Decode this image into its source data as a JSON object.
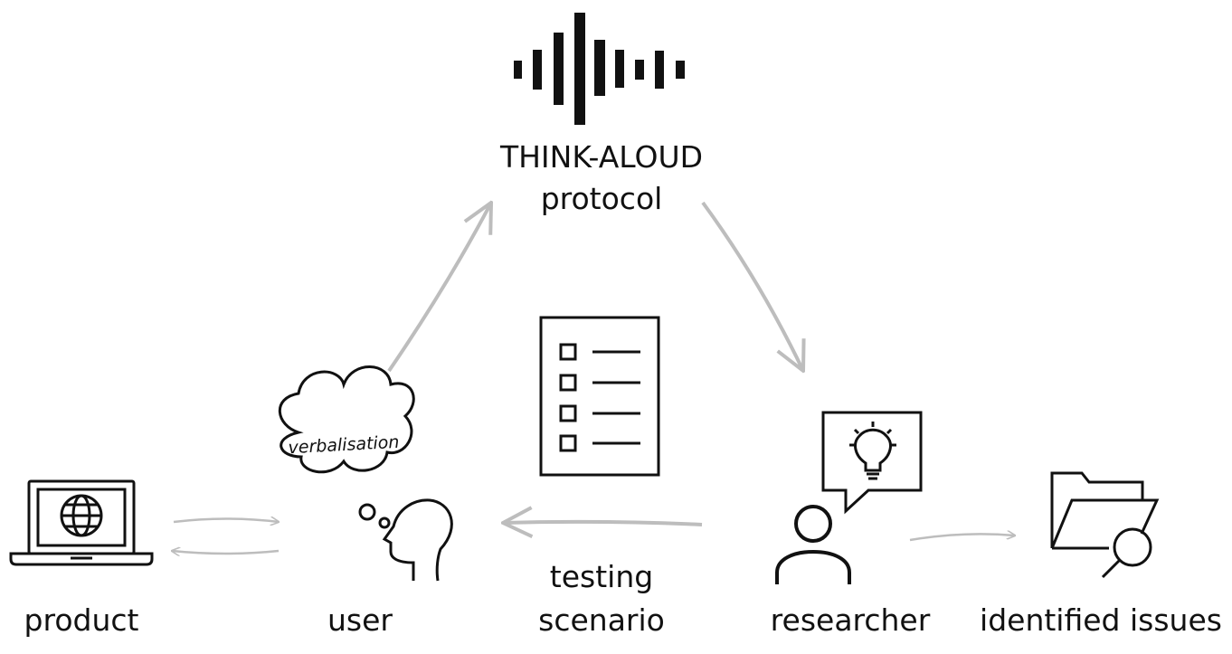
{
  "title": {
    "line1": "THINK-ALOUD",
    "line2": "protocol"
  },
  "nodes": {
    "product": {
      "label": "product",
      "icon": "laptop-globe-icon"
    },
    "user": {
      "label": "user",
      "icon": "head-thought-cloud-icon",
      "thought": "verbalisation"
    },
    "scenario": {
      "label_line1": "testing",
      "label_line2": "scenario",
      "icon": "checklist-icon"
    },
    "researcher": {
      "label": "researcher",
      "icon": "person-lightbulb-speech-icon"
    },
    "issues": {
      "label": "identified issues",
      "icon": "folder-magnifier-icon"
    }
  },
  "colors": {
    "ink": "#111111",
    "arrow": "#bdbdbd"
  }
}
